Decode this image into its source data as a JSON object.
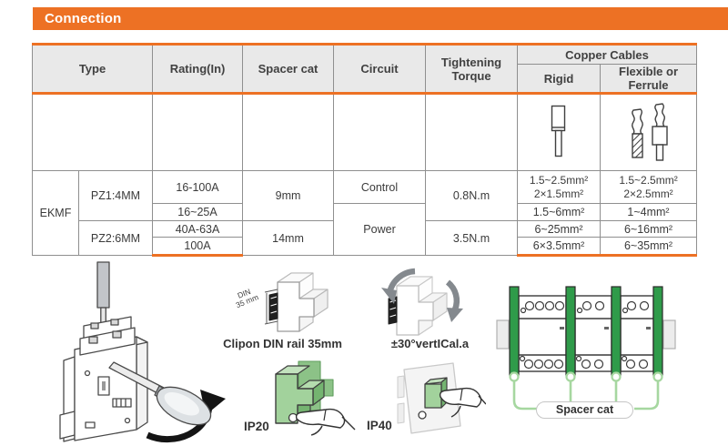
{
  "colors": {
    "accent": "#ed7124",
    "header_bg": "#e9e9e9",
    "spacer_green": "#2f9b4a",
    "module_green": "#a2d29c"
  },
  "section": {
    "title": "Connection"
  },
  "table": {
    "headers": {
      "type": "Type",
      "rating": "Rating(In)",
      "spacer": "Spacer cat",
      "circuit": "Circuit",
      "torque": "Tightening Torque",
      "copper": "Copper Cables",
      "rigid": "Rigid",
      "flexible": "Flexible or Ferrule"
    },
    "body": {
      "family": "EKMF",
      "pz_groups": [
        "PZ1:4MM",
        "PZ2:6MM"
      ],
      "ratings": [
        "16-100A",
        "16~25A",
        "40A-63A",
        "100A"
      ],
      "spacers": [
        "9mm",
        "14mm"
      ],
      "circuits": [
        "Control",
        "Power"
      ],
      "torques": [
        "0.8N.m",
        "3.5N.m"
      ],
      "rigid": {
        "r1a": "1.5~2.5mm²",
        "r1b": "2×1.5mm²",
        "r2": "1.5~6mm²",
        "r3": "6~25mm²",
        "r4": "6×3.5mm²"
      },
      "flexible": {
        "r1a": "1.5~2.5mm²",
        "r1b": "2×2.5mm²",
        "r2": "1~4mm²",
        "r3": "6~16mm²",
        "r4": "6~35mm²"
      }
    }
  },
  "figures": {
    "din_caption": "Clipon DIN rail 35mm",
    "din_note_line1": "DIN",
    "din_note_line2": "35 mm",
    "tilt_caption": "±30°vertICal.a",
    "ip20_label": "IP20",
    "ip40_label": "IP40",
    "spacer_label": "Spacer cat"
  }
}
